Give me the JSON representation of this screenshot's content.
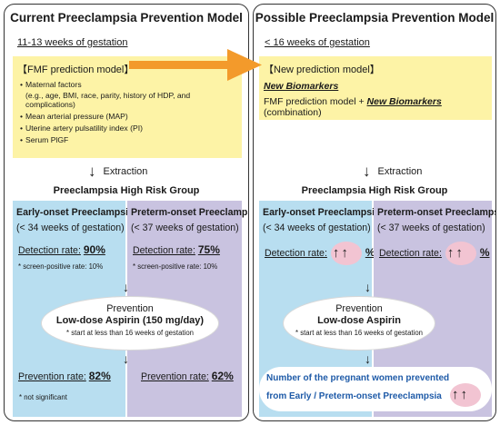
{
  "left": {
    "title": "Current Preeclampsia Prevention Model",
    "weeks": "11-13 weeks of gestation",
    "model_title": "【FMF prediction model】",
    "factors": [
      "Maternal factors",
      "(e.g., age, BMI, race, parity,  history of HDP, and complications)",
      "Mean arterial pressure (MAP)",
      "Uterine artery pulsatility index (PI)",
      "Serum PlGF"
    ],
    "extraction": "Extraction",
    "group": "Preeclampsia High Risk Group",
    "early": {
      "title": "Early-onset Preeclampsia",
      "sub": "(< 34 weeks of gestation)",
      "detection_label": "Detection rate:",
      "detection_value": "90%",
      "note": "* screen-positive rate: 10%",
      "prevention_label": "Prevention rate:",
      "prevention_value": "82%",
      "prevention_note": "* not significant"
    },
    "preterm": {
      "title": "Preterm-onset Preeclampsia",
      "sub": "(< 37 weeks of gestation)",
      "detection_label": "Detection rate:",
      "detection_value": "75%",
      "note": "* screen-positive rate: 10%",
      "prevention_label": "Prevention rate:",
      "prevention_value": "62%"
    },
    "prevention": {
      "title": "Prevention",
      "body": "Low-dose Aspirin (150 mg/day)",
      "note": "* start at less than 16 weeks of gestation"
    }
  },
  "right": {
    "title": "Possible Preeclampsia Prevention Model",
    "weeks": "< 16 weeks of gestation",
    "model_title": "【New prediction model】",
    "new_biomarkers": "New Biomarkers",
    "combo_prefix": "FMF prediction model + ",
    "combo_bio": "New Biomarkers",
    "combo_suffix": " (combination)",
    "extraction": "Extraction",
    "group": "Preeclampsia High Risk Group",
    "early": {
      "title": "Early-onset Preeclampsia",
      "sub": "(< 34 weeks of gestation)",
      "detection_label": "Detection rate:",
      "arrows": "↑↑",
      "percent": "%"
    },
    "preterm": {
      "title": "Preterm-onset Preeclampsia",
      "sub": "(< 37 weeks of gestation)",
      "detection_label": "Detection rate:",
      "arrows": "↑↑",
      "percent": "%"
    },
    "prevention": {
      "title": "Prevention",
      "body": "Low-dose Aspirin",
      "note": "* start at less than 16 weeks of gestation"
    },
    "outcome": {
      "line1": "Number of  the pregnant women  prevented",
      "line2": "from Early / Preterm-onset Preeclampsia",
      "arrows": "↑↑"
    }
  },
  "colors": {
    "yellow": "#fdf3a6",
    "blue": "#b8def0",
    "purple": "#c9c3e0",
    "arrow_orange": "#f39a2b",
    "highlight_pink": "#f2c4d2",
    "outcome_text": "#1f5ba8"
  },
  "icons": [
    "down-arrow-icon",
    "up-arrow-icon",
    "orange-right-arrow-icon"
  ]
}
